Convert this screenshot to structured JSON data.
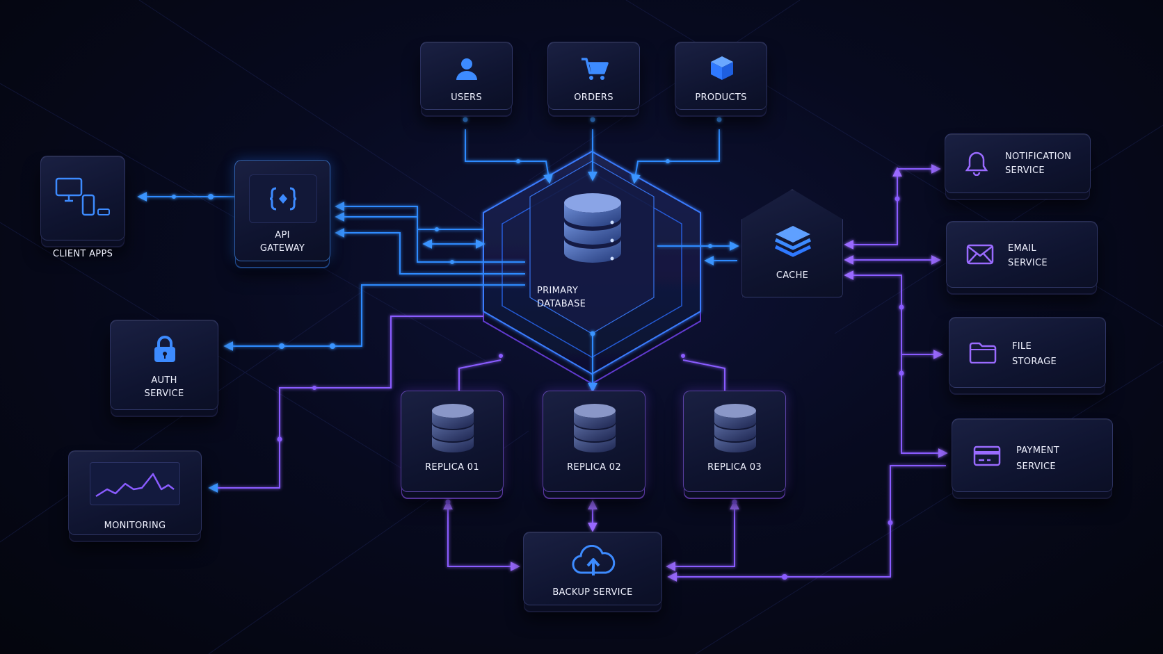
{
  "nodes": {
    "users": {
      "label": "USERS"
    },
    "orders": {
      "label": "ORDERS"
    },
    "products": {
      "label": "PRODUCTS"
    },
    "client_apps": {
      "label": "CLIENT APPS"
    },
    "api_gateway": {
      "line1": "API",
      "line2": "GATEWAY"
    },
    "primary_database": {
      "line1": "PRIMARY",
      "line2": "DATABASE"
    },
    "cache": {
      "label": "CACHE"
    },
    "notification_service": {
      "line1": "NOTIFICATION",
      "line2": "SERVICE"
    },
    "email_service": {
      "line1": "EMAIL",
      "line2": "SERVICE"
    },
    "file_storage": {
      "line1": "FILE",
      "line2": "STORAGE"
    },
    "payment_service": {
      "line1": "PAYMENT",
      "line2": "SERVICE"
    },
    "auth_service": {
      "line1": "AUTH",
      "line2": "SERVICE"
    },
    "monitoring": {
      "label": "MONITORING"
    },
    "replica_01": {
      "label": "REPLICA 01"
    },
    "replica_02": {
      "label": "REPLICA 02"
    },
    "replica_03": {
      "label": "REPLICA 03"
    },
    "backup_service": {
      "label": "BACKUP SERVICE"
    }
  },
  "colors": {
    "background": "#05060f",
    "blue_link": "#2f8bff",
    "purple_link": "#8a5cff",
    "icon_blue": "#3d8bff",
    "icon_purple": "#9a6bff"
  },
  "icons": [
    "user-icon",
    "cart-icon",
    "cube-icon",
    "devices-icon",
    "code-braces-icon",
    "database-icon",
    "layers-icon",
    "bell-icon",
    "envelope-icon",
    "folder-icon",
    "credit-card-icon",
    "lock-icon",
    "chart-line-icon",
    "cloud-upload-icon"
  ]
}
